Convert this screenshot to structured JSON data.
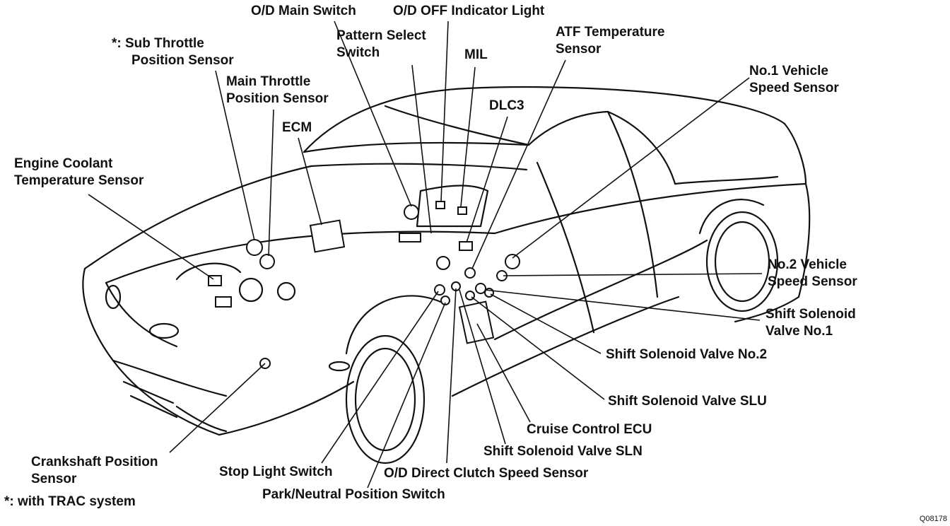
{
  "labels": {
    "od_main_switch": "O/D Main Switch",
    "od_off_indicator": "O/D OFF Indicator Light",
    "pattern_select": [
      "Pattern Select",
      "Switch"
    ],
    "mil": "MIL",
    "atf_temp": [
      "ATF Temperature",
      "Sensor"
    ],
    "sub_throttle": [
      "*: Sub Throttle",
      "Position Sensor"
    ],
    "main_throttle": [
      "Main Throttle",
      "Position Sensor"
    ],
    "ecm": "ECM",
    "dlc3": "DLC3",
    "no1_vss": [
      "No.1 Vehicle",
      "Speed Sensor"
    ],
    "engine_coolant": [
      "Engine Coolant",
      "Temperature Sensor"
    ],
    "no2_vss": [
      "No.2 Vehicle",
      "Speed Sensor"
    ],
    "shift_sol_1": [
      "Shift Solenoid",
      "Valve No.1"
    ],
    "shift_sol_2": "Shift Solenoid Valve No.2",
    "shift_sol_slu": "Shift Solenoid Valve SLU",
    "cruise_ecu": "Cruise Control ECU",
    "shift_sol_sln": "Shift Solenoid Valve SLN",
    "crankshaft": [
      "Crankshaft Position",
      "Sensor"
    ],
    "stop_light": "Stop Light Switch",
    "od_direct_clutch": "O/D Direct Clutch Speed Sensor",
    "park_neutral": "Park/Neutral Position Switch",
    "trac_note": "*: with TRAC system"
  },
  "figure_code": "Q08178"
}
